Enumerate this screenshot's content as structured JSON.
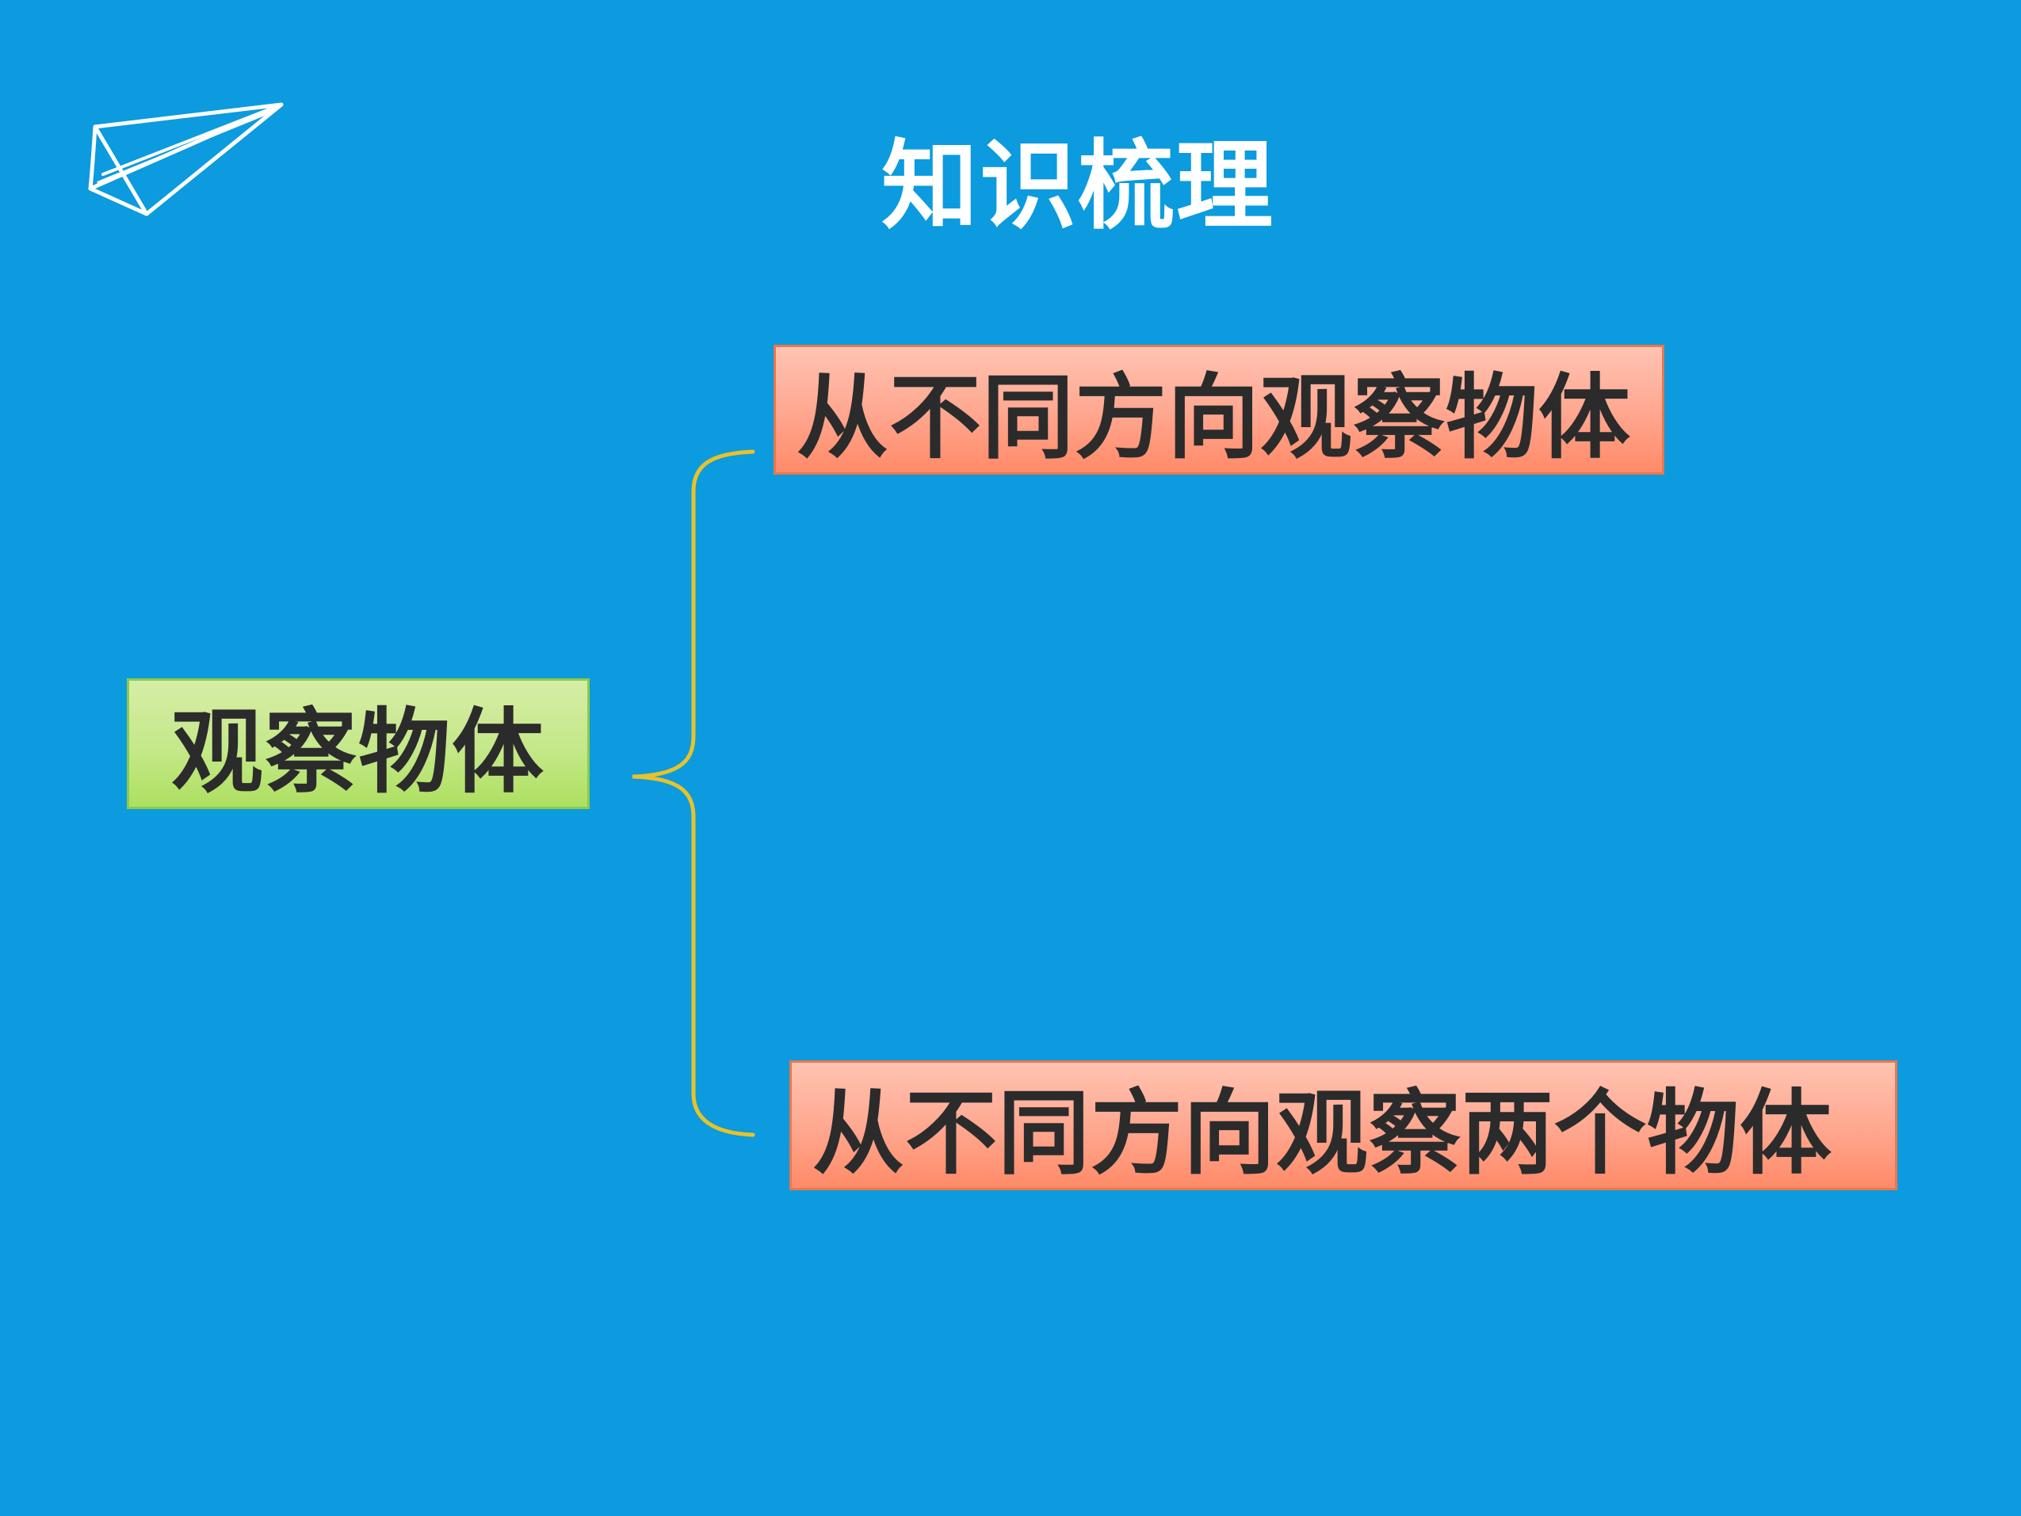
{
  "slide": {
    "title": "知识梳理",
    "background_color": "#0B9BDE",
    "decoration_icon": "paper-plane-icon"
  },
  "diagram": {
    "root": {
      "label": "观察物体",
      "fill_color": "#C4E889"
    },
    "branches": [
      {
        "label": "从不同方向观察物体",
        "fill_color": "#FFA68E"
      },
      {
        "label": "从不同方向观察两个物体",
        "fill_color": "#FFA68E"
      }
    ],
    "connector_color": "#E8C22A"
  }
}
